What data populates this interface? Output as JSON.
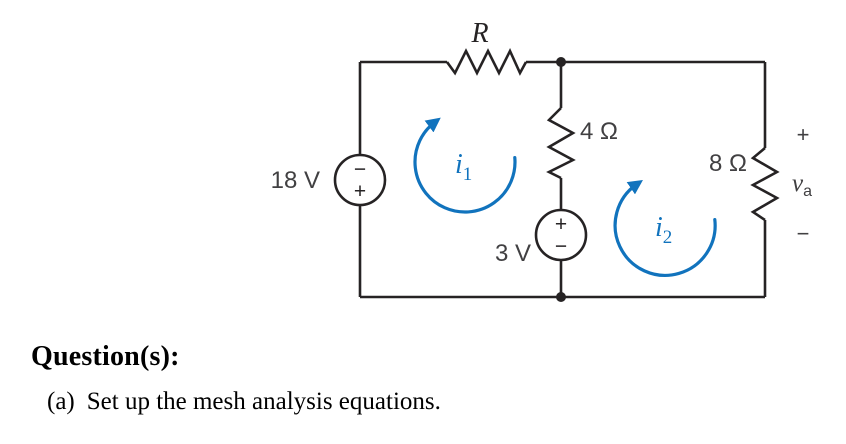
{
  "circuit": {
    "top_resistor_label": "R",
    "mid_resistor_label": "4 Ω",
    "right_resistor_label": "8 Ω",
    "left_source": {
      "label": "18 V",
      "top_sign": "−",
      "bottom_sign": "+"
    },
    "mid_source": {
      "label": "3 V",
      "top_sign": "+",
      "bottom_sign": "−"
    },
    "output_voltage": {
      "plus": "+",
      "symbol": "v",
      "subscript": "a",
      "minus": "−"
    },
    "mesh1": {
      "symbol": "i",
      "subscript": "1"
    },
    "mesh2": {
      "symbol": "i",
      "subscript": "2"
    },
    "colors": {
      "wire": "#262324",
      "label_gray": "#414042",
      "mesh_blue": "#1173bd"
    }
  },
  "question": {
    "heading": "Question(s):",
    "item_label": "(a)",
    "item_text": "Set up the mesh analysis equations."
  }
}
